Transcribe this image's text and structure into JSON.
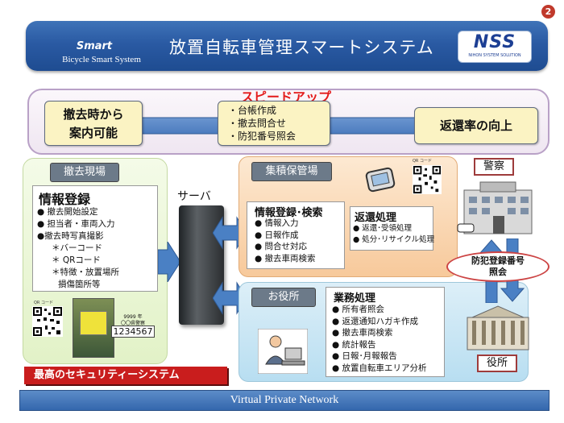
{
  "page_number": "2",
  "header": {
    "brand_name": "Smart",
    "brand_subtitle": "Bicycle Smart System",
    "title": "放置自転車管理スマートシステム",
    "logo_text": "NSS",
    "logo_subtitle": "NIHON SYSTEM SOLUTION"
  },
  "speedup": {
    "label": "スピードアップ",
    "left_line1": "撤去時から",
    "left_line2": "案内可能",
    "middle_items": [
      "・台帳作成",
      "・撤去問合せ",
      "・防犯番号照会"
    ],
    "right_label": "返還率の向上"
  },
  "removal_site": {
    "tag": "撤去現場",
    "title": "情報登録",
    "items": [
      "● 撤去開始設定",
      "● 担当者・車両入力",
      "●撤去時写真撮影",
      "＊バーコード",
      "＊ QRコード",
      "＊特徴・放置場所",
      "損傷箇所等"
    ],
    "qr_label": "QR コード",
    "plate_line1": "9999 年",
    "plate_line2": "〇〇県警察",
    "plate_number": "1234567"
  },
  "security_banner": "最高のセキュリティーシステム",
  "server_label": "サーバ",
  "storage": {
    "tag": "集積保管場",
    "qr_label": "QR コード",
    "registration_title": "情報登録･検索",
    "registration_items": [
      "● 情報入力",
      "● 日報作成",
      "● 問合せ対応",
      "● 撤去車両検索"
    ],
    "return_title": "返還処理",
    "return_items": [
      "● 返還･受領処理",
      "● 処分･リサイクル処理"
    ]
  },
  "city_office": {
    "tag": "お役所",
    "business_title": "業務処理",
    "business_items": [
      "● 所有者照会",
      "● 返還通知ハガキ作成",
      "● 撤去車両検索",
      "● 統計報告",
      "● 日報･月報報告",
      "● 放置自転車エリア分析"
    ]
  },
  "police_label": "警察",
  "crime_prevention": {
    "line1": "防犯登録番号",
    "line2": "照会"
  },
  "city_label": "役所",
  "vpn_label": "Virtual Private Network"
}
